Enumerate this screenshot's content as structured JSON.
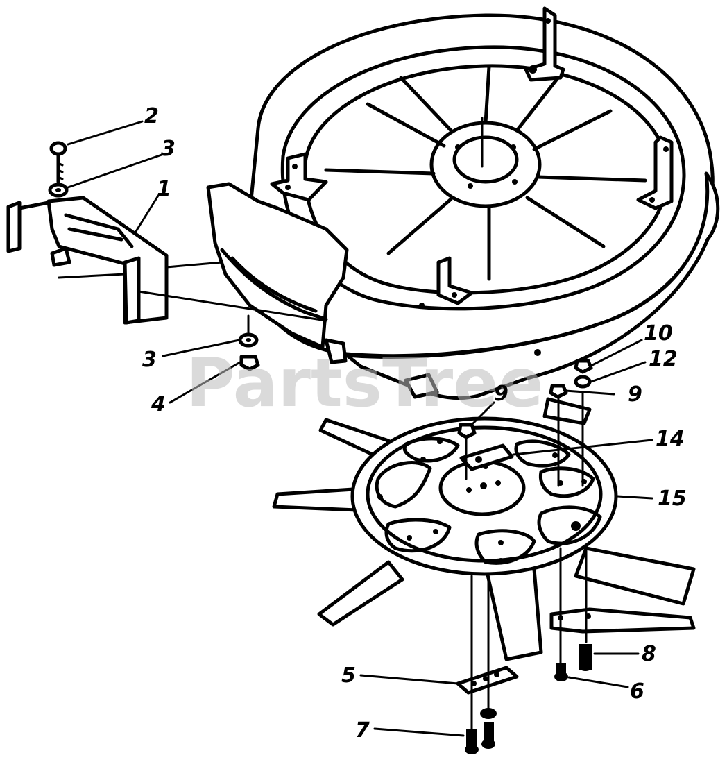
{
  "watermark": "PartsTree",
  "callouts": [
    {
      "id": "c2",
      "text": "2"
    },
    {
      "id": "c3a",
      "text": "3"
    },
    {
      "id": "c1",
      "text": "1"
    },
    {
      "id": "c3b",
      "text": "3"
    },
    {
      "id": "c4",
      "text": "4"
    },
    {
      "id": "c10",
      "text": "10"
    },
    {
      "id": "c12",
      "text": "12"
    },
    {
      "id": "c9a",
      "text": "9"
    },
    {
      "id": "c9b",
      "text": "9"
    },
    {
      "id": "c14",
      "text": "14"
    },
    {
      "id": "c15",
      "text": "15"
    },
    {
      "id": "c8",
      "text": "8"
    },
    {
      "id": "c5",
      "text": "5"
    },
    {
      "id": "c6",
      "text": "6"
    },
    {
      "id": "c7",
      "text": "7"
    }
  ]
}
